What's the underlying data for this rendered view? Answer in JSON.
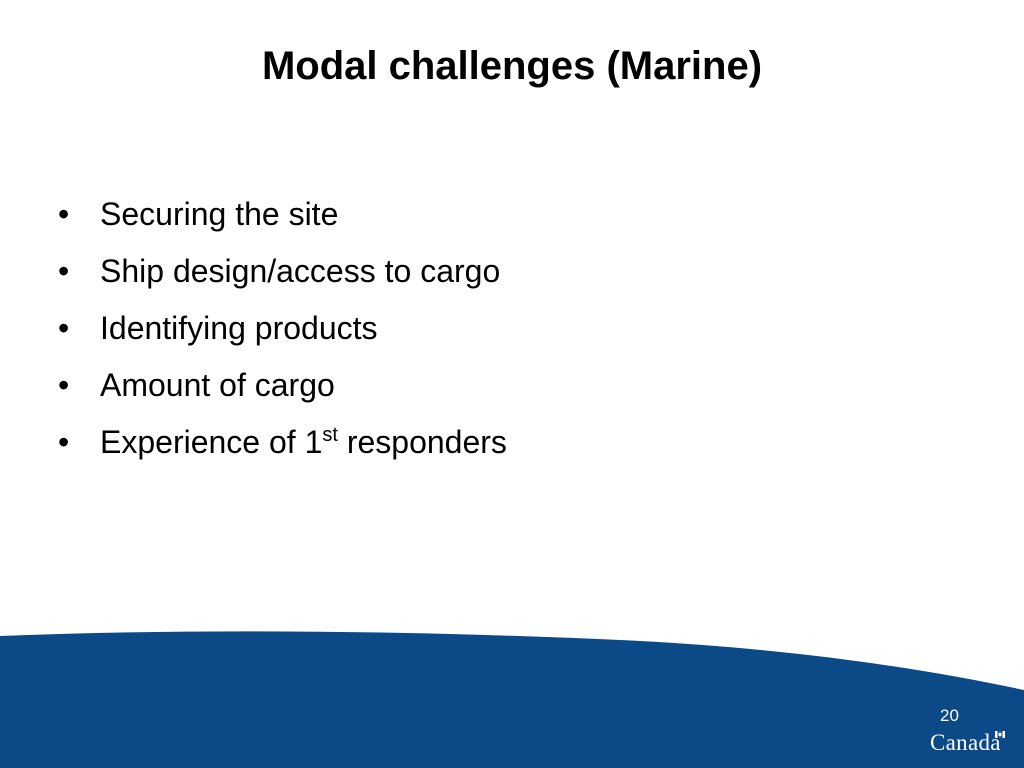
{
  "slide": {
    "title": "Modal challenges (Marine)",
    "bullet_marker": "•",
    "bullets": [
      {
        "text": "Securing the site"
      },
      {
        "text": "Ship design/access to cargo"
      },
      {
        "text": "Identifying products"
      },
      {
        "text": "Amount of cargo"
      },
      {
        "text": "Experience of 1",
        "superscript": "st",
        "after": " responders"
      }
    ],
    "page_number": "20"
  },
  "footer": {
    "wordmark": "Canada",
    "band_color": "#0B4A86",
    "text_color": "#FFFFFF",
    "flag_color": "#FFFFFF"
  }
}
